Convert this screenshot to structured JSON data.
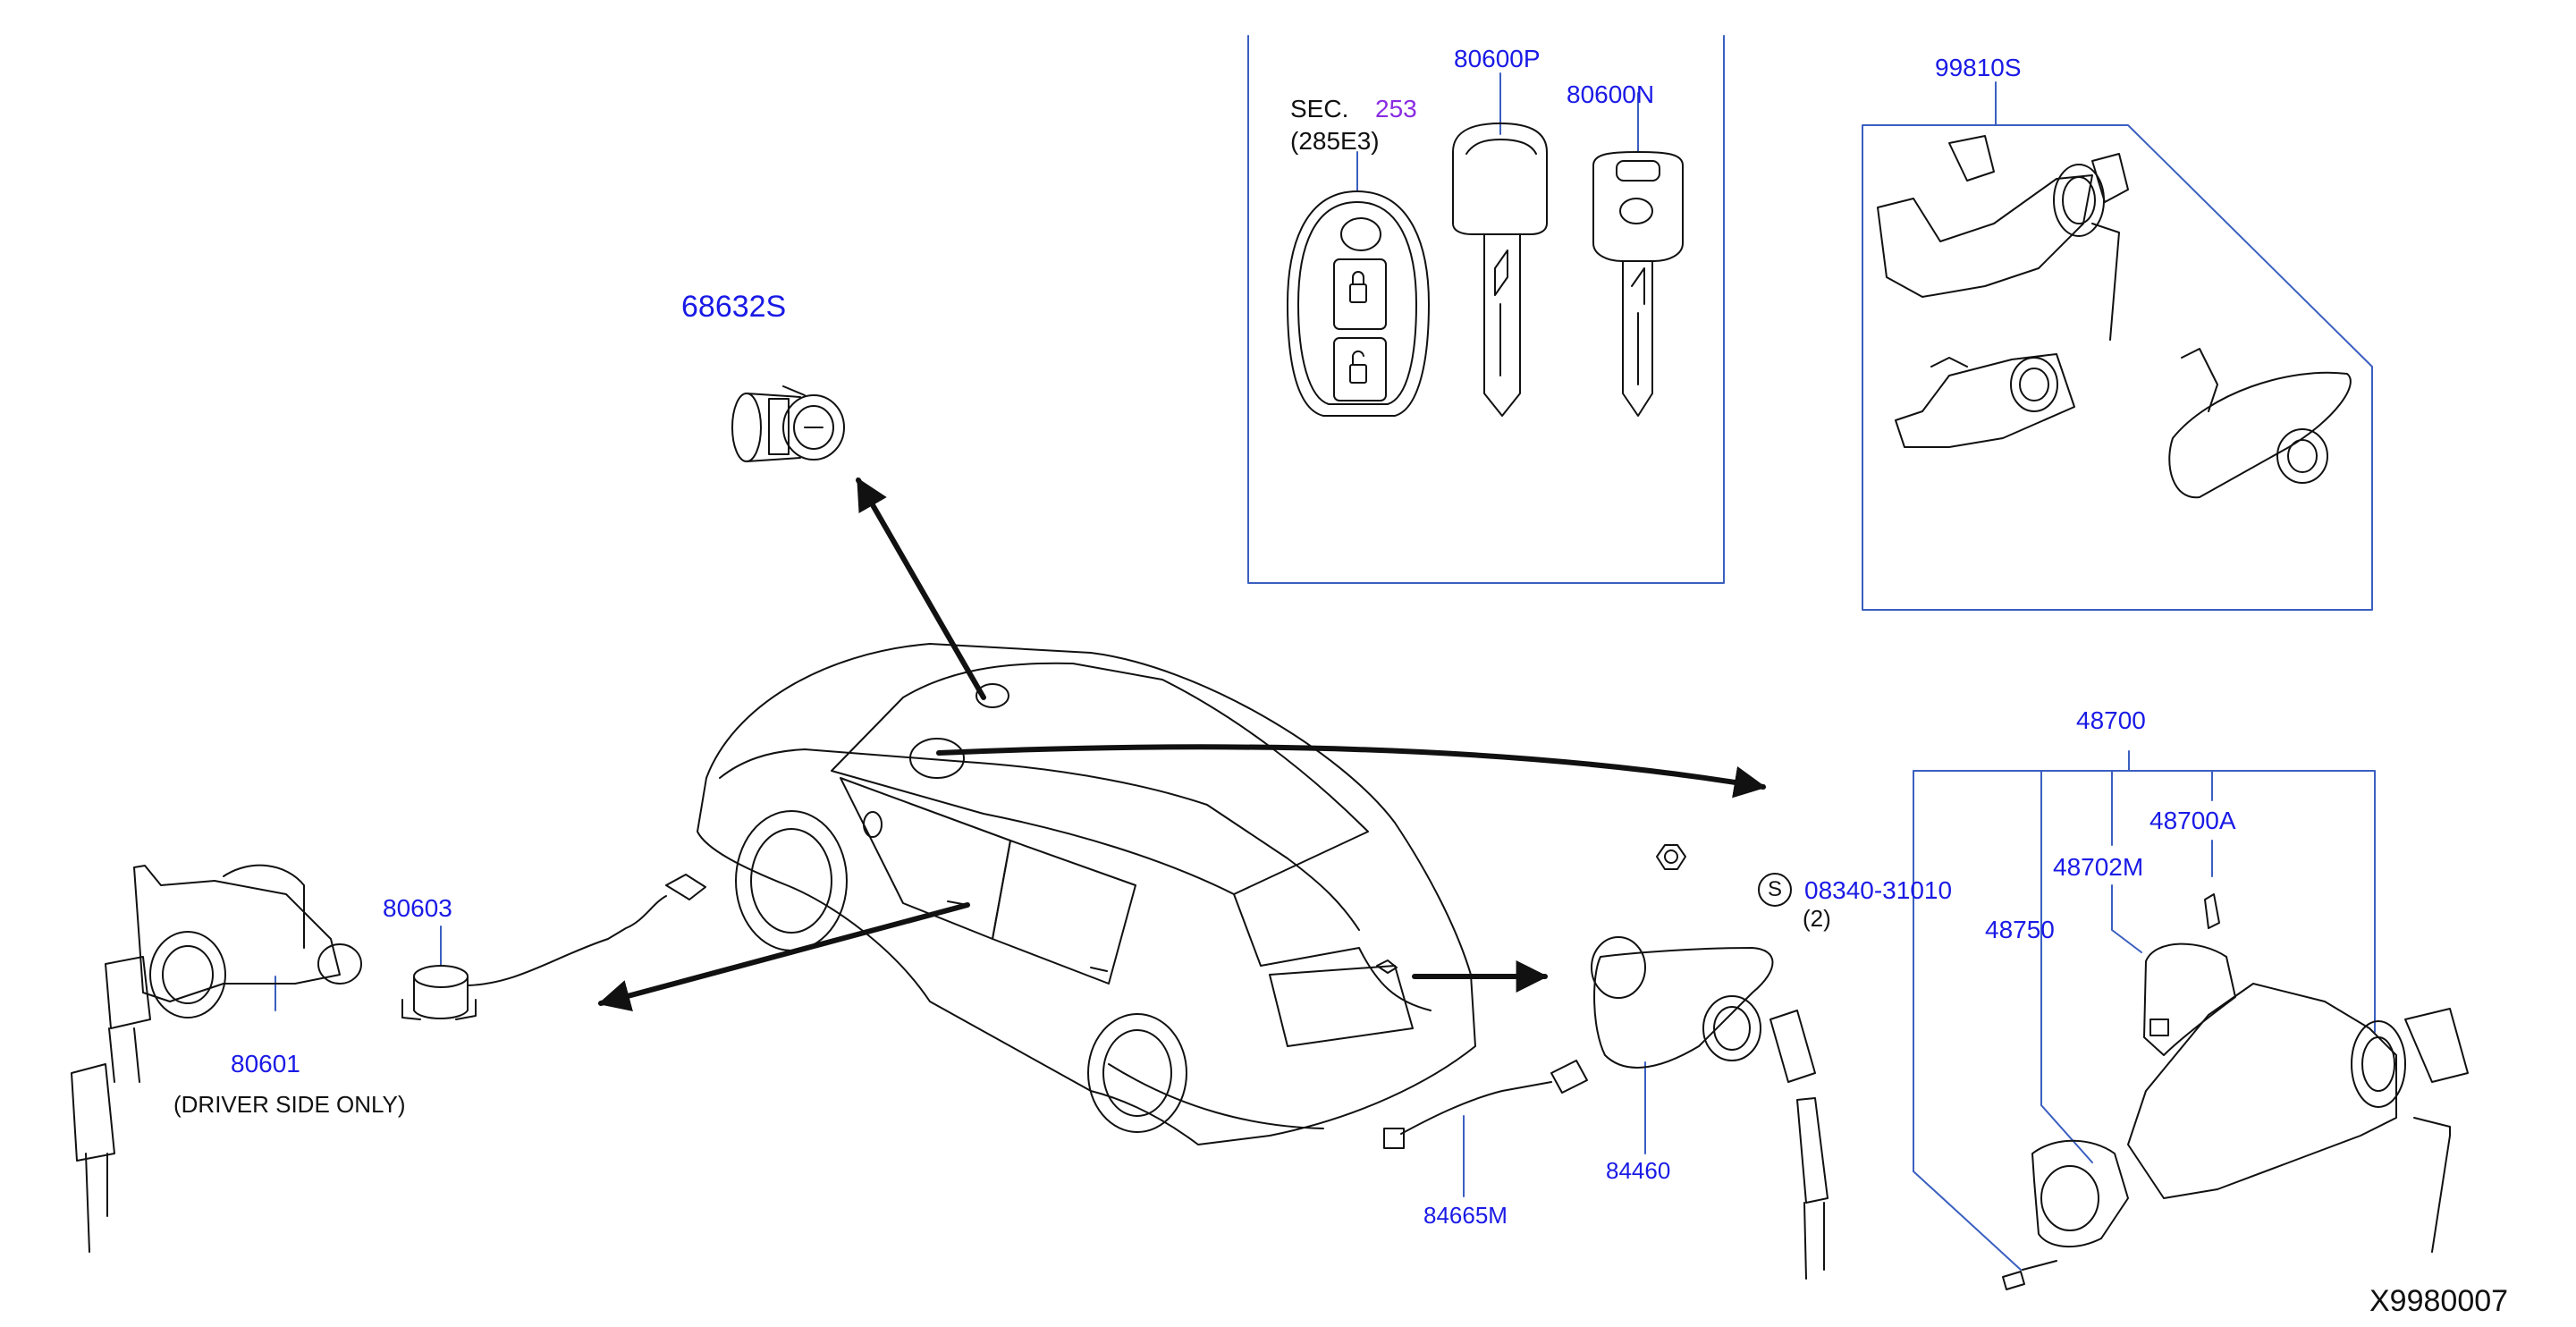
{
  "diagram": {
    "figure_id": "X9980007",
    "colors": {
      "part_label": "#1a1ae6",
      "section_ref": "#8a2be2",
      "frame": "#3a5fc0",
      "line": "#111111"
    },
    "parts": {
      "p68632S": "68632S",
      "p80600P": "80600P",
      "p80600N": "80600N",
      "p99810S": "99810S",
      "p48700": "48700",
      "p48700A": "48700A",
      "p48702M": "48702M",
      "p48750": "48750",
      "p08340": "08340-31010",
      "p80603": "80603",
      "p80601": "80601",
      "p84460": "84460",
      "p84665M": "84665M"
    },
    "notes": {
      "sec": "SEC.",
      "sec_num": "253",
      "sec_sub": "(285E3)",
      "qty": "(2)",
      "driver": "(DRIVER   SIDE   ONLY)",
      "s_symbol": "S"
    }
  }
}
